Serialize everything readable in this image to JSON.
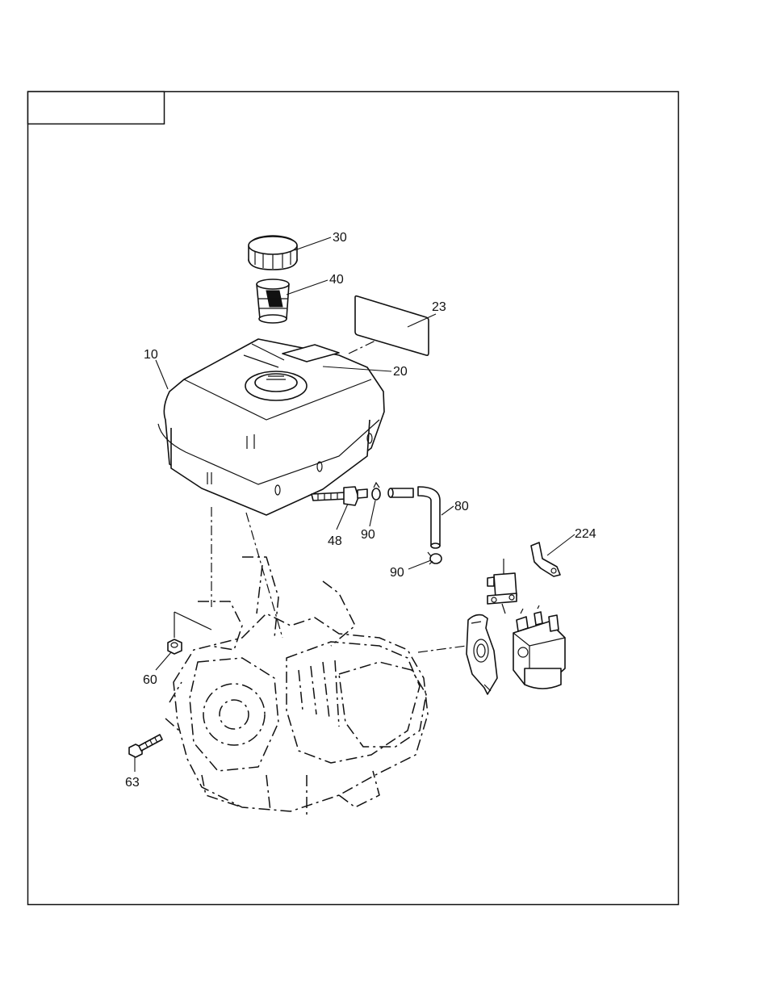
{
  "title_box": {
    "text": ""
  },
  "callouts": [
    {
      "id": "callout-30",
      "text": "30"
    },
    {
      "id": "callout-40",
      "text": "40"
    },
    {
      "id": "callout-23",
      "text": "23"
    },
    {
      "id": "callout-10",
      "text": "10"
    },
    {
      "id": "callout-20",
      "text": "20"
    },
    {
      "id": "callout-80",
      "text": "80"
    },
    {
      "id": "callout-48",
      "text": "48"
    },
    {
      "id": "callout-90a",
      "text": "90"
    },
    {
      "id": "callout-224",
      "text": "224"
    },
    {
      "id": "callout-90b",
      "text": "90"
    },
    {
      "id": "callout-60",
      "text": "60"
    },
    {
      "id": "callout-63",
      "text": "63"
    }
  ]
}
